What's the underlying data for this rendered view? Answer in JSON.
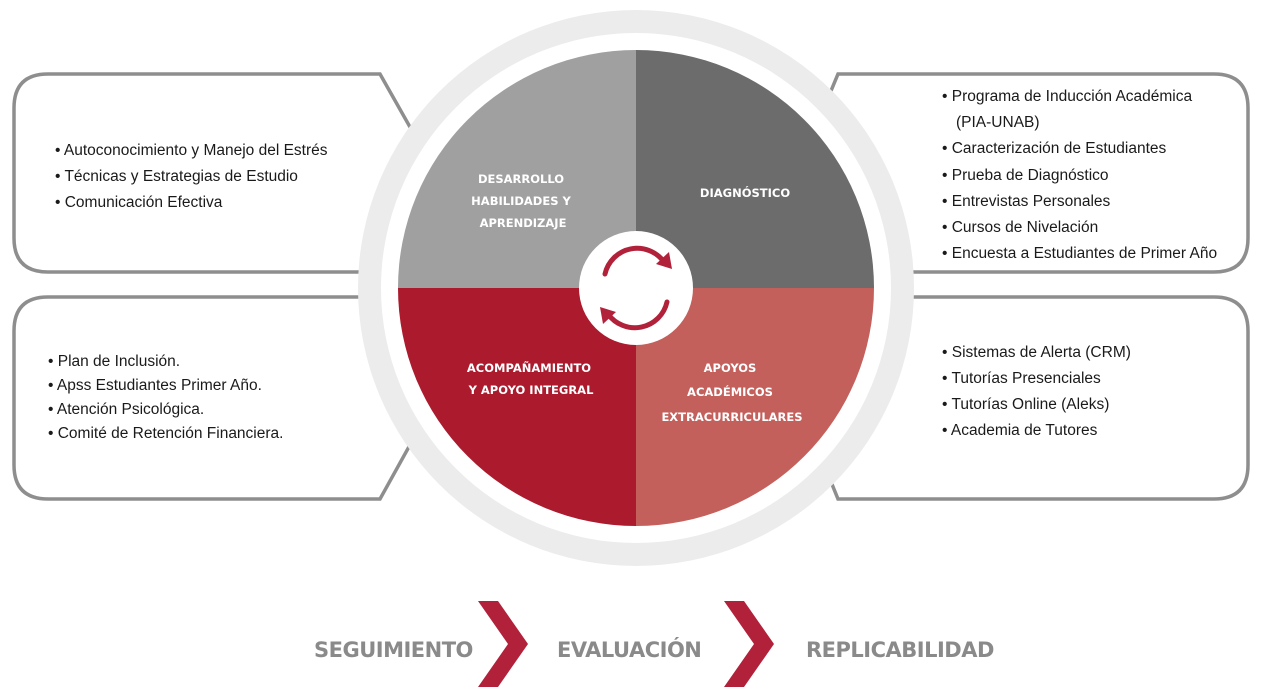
{
  "colors": {
    "q_top_left": "#a0a0a0",
    "q_top_right": "#6c6c6c",
    "q_bottom_left": "#ab1a2d",
    "q_bottom_right": "#c3605c",
    "ring": "#ececec",
    "box_border": "#8e8e8e",
    "arrow": "#b2213a",
    "chevron": "#b2213a",
    "step_text": "#8a8a8a"
  },
  "quadrants": {
    "top_left": {
      "lines": [
        "DESARROLLO",
        "HABILIDADES Y",
        "APRENDIZAJE"
      ]
    },
    "top_right": {
      "lines": [
        "DIAGNÓSTICO"
      ]
    },
    "bottom_left": {
      "lines": [
        "ACOMPAÑAMIENTO",
        "Y APOYO INTEGRAL"
      ]
    },
    "bottom_right": {
      "lines": [
        "APOYOS",
        "ACADÉMICOS",
        "EXTRACURRICULARES"
      ]
    }
  },
  "boxes": {
    "top_left": [
      "• Autoconocimiento y Manejo del Estrés",
      "• Técnicas y Estrategias de Estudio",
      "• Comunicación Efectiva"
    ],
    "top_right": [
      "• Programa de Inducción Académica",
      "(PIA-UNAB)",
      "• Caracterización de Estudiantes",
      "• Prueba de Diagnóstico",
      "• Entrevistas Personales",
      "• Cursos de Nivelación",
      "• Encuesta a Estudiantes de Primer Año"
    ],
    "bottom_left": [
      "• Plan de Inclusión.",
      "• Apss Estudiantes Primer Año.",
      "• Atención Psicológica.",
      "• Comité de Retención Financiera."
    ],
    "bottom_right": [
      "• Sistemas de Alerta (CRM)",
      "• Tutorías Presenciales",
      "• Tutorías Online (Aleks)",
      "• Academia de Tutores"
    ]
  },
  "steps": [
    "SEGUIMIENTO",
    "EVALUACIÓN",
    "REPLICABILIDAD"
  ]
}
